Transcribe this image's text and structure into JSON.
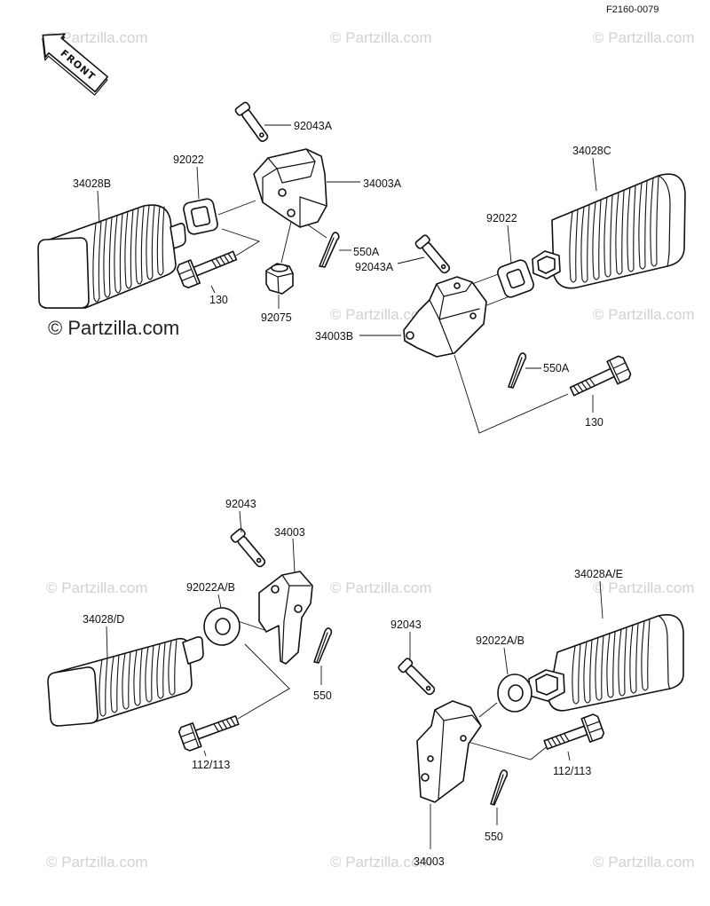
{
  "diagram_code": "F2160-0079",
  "front_arrow": "FRONT",
  "watermark": "© Partzilla.com",
  "upper_left": {
    "pin": "92043A",
    "washer": "92022",
    "footpeg": "34028B",
    "bracket": "34003A",
    "cotter_pin": "550A",
    "bolt": "130",
    "nut": "92075"
  },
  "upper_right": {
    "footpeg": "34028C",
    "washer": "92022",
    "pin": "92043A",
    "bracket": "34003B",
    "cotter_pin": "550A",
    "bolt": "130"
  },
  "lower_left": {
    "pin": "92043",
    "bracket": "34003",
    "washer": "92022A/B",
    "footpeg": "34028/D",
    "cotter_pin": "550",
    "bolt": "112/113"
  },
  "lower_right": {
    "footpeg": "34028A/E",
    "pin": "92043",
    "washer": "92022A/B",
    "bolt": "112/113",
    "cotter_pin": "550",
    "bracket": "34003"
  }
}
